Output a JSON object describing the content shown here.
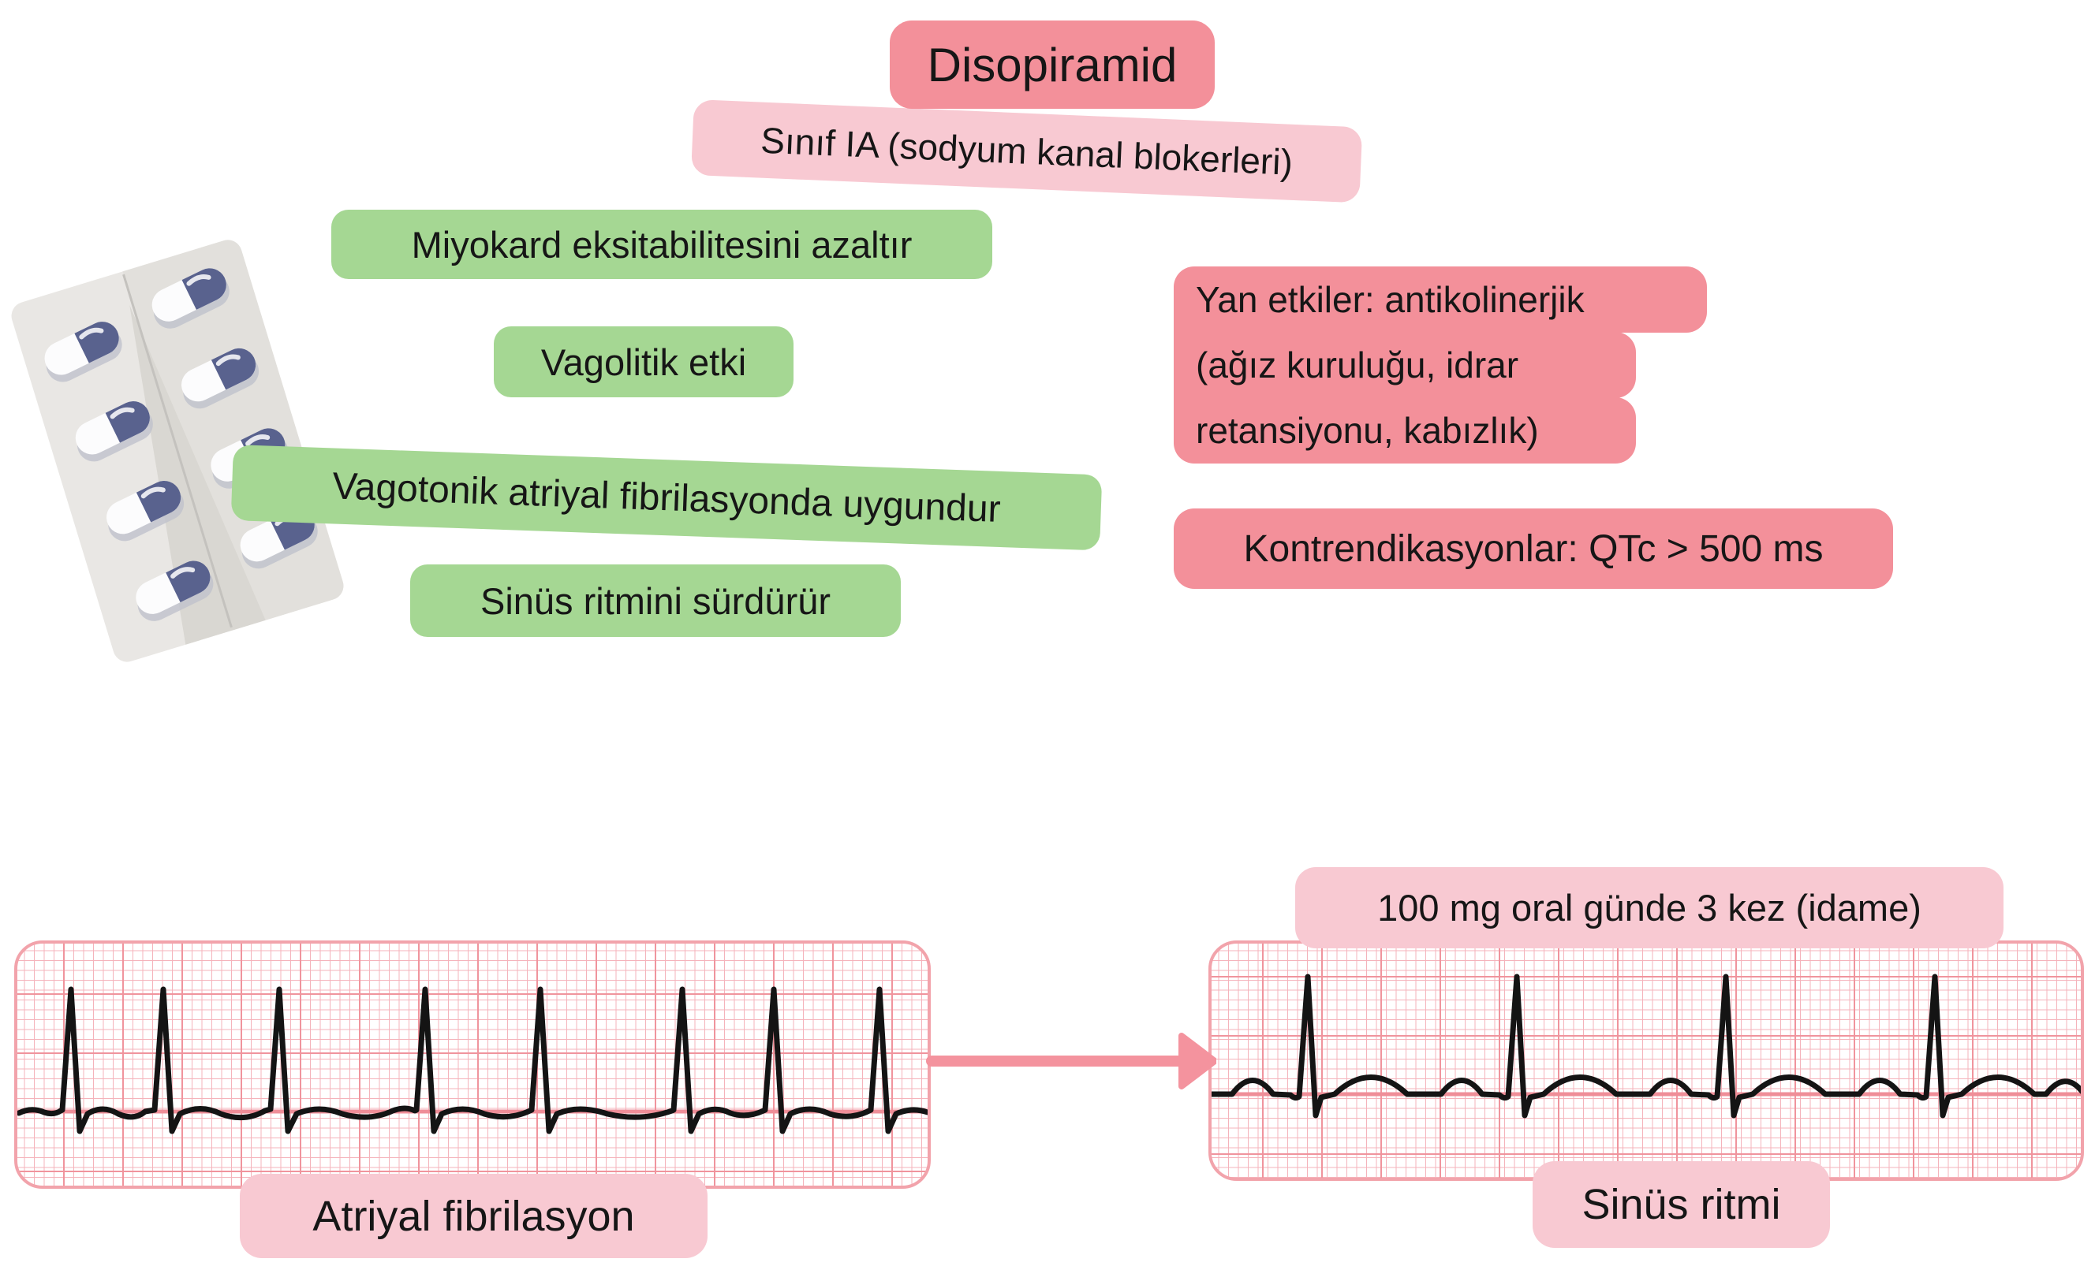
{
  "header": {
    "title": "Disopiramid",
    "subtitle": "Sınıf IA (sodyum kanal blokerleri)"
  },
  "effects": [
    "Miyokard eksitabilitesini azaltır",
    "Vagolitik etki",
    "Vagotonik atriyal fibrilasyonda uygundur",
    "Sinüs ritmini sürdürür"
  ],
  "side_effects": {
    "lines": [
      "Yan etkiler: antikolinerjik",
      "(ağız kuruluğu, idrar",
      "retansiyonu, kabızlık)"
    ]
  },
  "contraindication": "Kontrendikasyonlar: QTc > 500 ms",
  "ecg_before": {
    "label": "Atriyal fibrilasyon",
    "beat_count": 8,
    "rhythm_regular": false
  },
  "ecg_after": {
    "label": "Sinüs ritmi",
    "dose_note": "100 mg oral günde 3 kez (idame)",
    "beat_count": 4,
    "rhythm_regular": true
  },
  "illustration": {
    "name": "pill-blister-pack",
    "pill_count": 8
  },
  "colors": {
    "strong_pink": "#f3909a",
    "light_pink": "#f8c9d2",
    "green": "#a5d793",
    "text": "#161616",
    "ecg_grid_minor": "#f5b3bb",
    "ecg_grid_major": "#f0949d",
    "ecg_trace": "#141414",
    "arrow": "#f4939e",
    "pill_navy": "#59628e",
    "blister_gray": "#e9e7e4"
  }
}
